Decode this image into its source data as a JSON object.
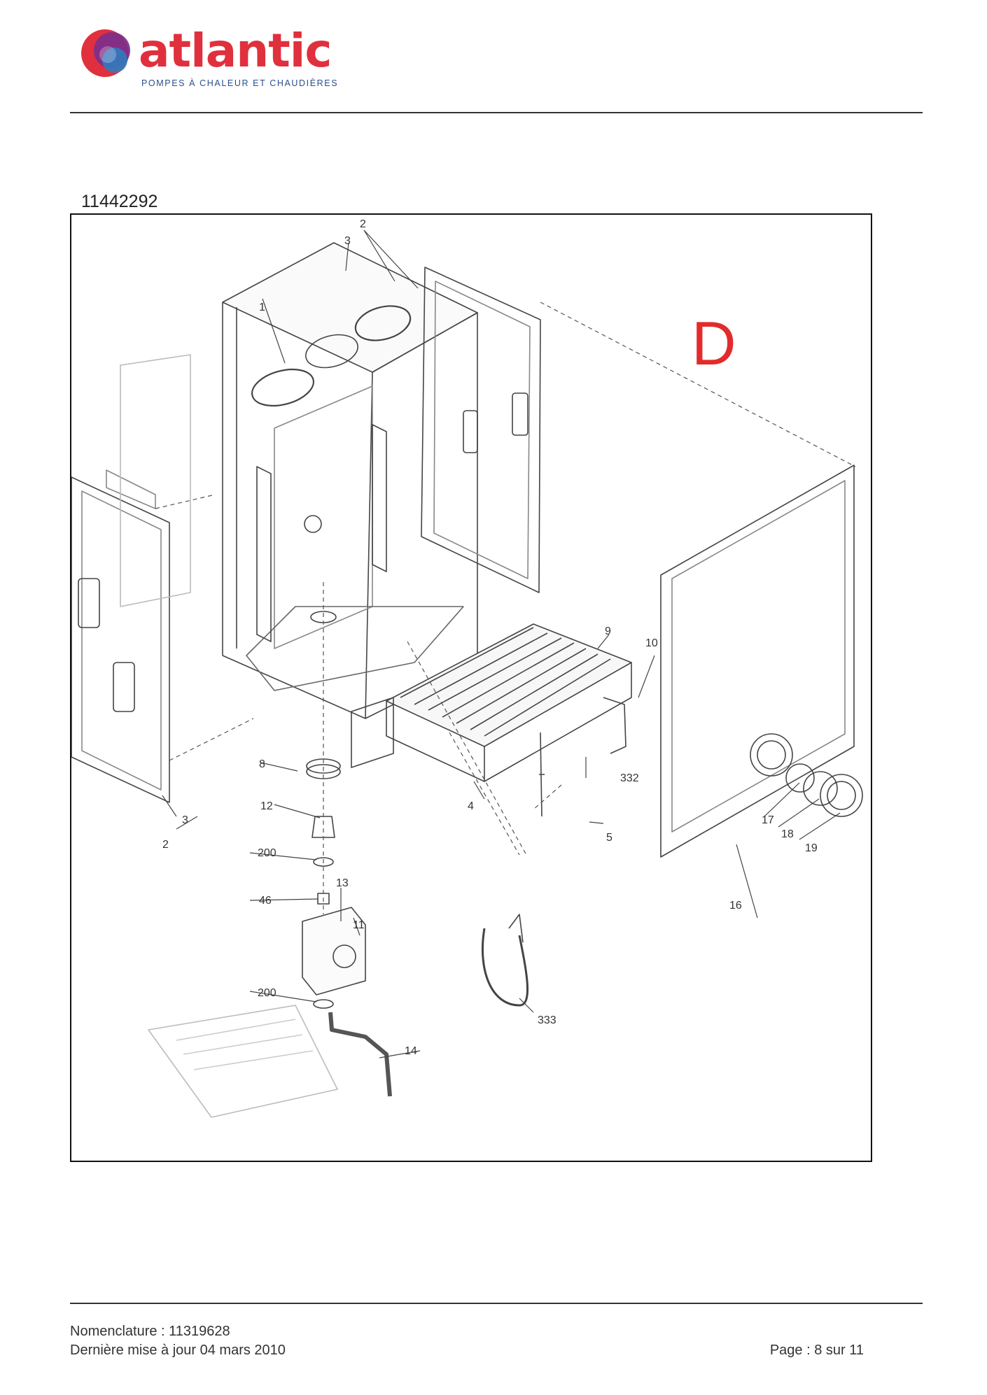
{
  "brand": {
    "name": "atlantic",
    "tagline": "POMPES À CHALEUR ET CHAUDIÈRES",
    "colors": {
      "red": "#e0303d",
      "blue": "#2a4e8c",
      "purple": "#7b2f8e"
    }
  },
  "document": {
    "reference": "11442292",
    "section_letter": "D"
  },
  "callouts": {
    "c1": "1",
    "c2a": "2",
    "c3a": "3",
    "c2b": "2",
    "c3b": "3",
    "c4": "4",
    "c5": "5",
    "c8": "8",
    "c9": "9",
    "c10": "10",
    "c11": "11",
    "c12": "12",
    "c13": "13",
    "c14": "14",
    "c16": "16",
    "c17": "17",
    "c18": "18",
    "c19": "19",
    "c46": "46",
    "c200a": "200",
    "c200b": "200",
    "c332": "332",
    "c333": "333"
  },
  "footer": {
    "nomenclature": "Nomenclature : 11319628",
    "updated": "Dernière mise à jour 04 mars 2010",
    "page": "Page : 8 sur 11"
  }
}
